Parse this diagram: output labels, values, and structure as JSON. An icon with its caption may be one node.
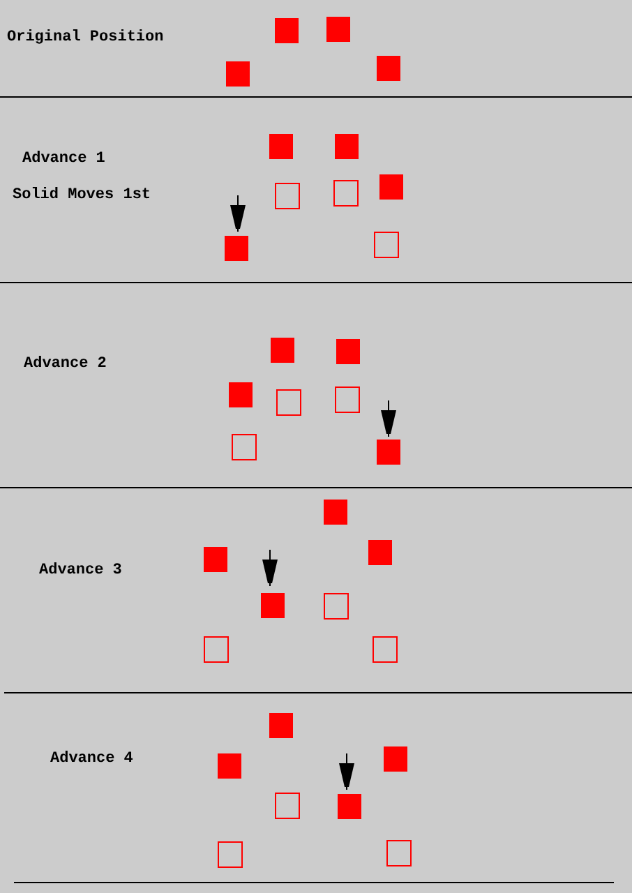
{
  "diagram": {
    "labels": [
      "Original Position",
      "Advance 1",
      "Solid Moves 1st",
      "Advance 2",
      "Advance 3",
      "Advance 4"
    ]
  }
}
